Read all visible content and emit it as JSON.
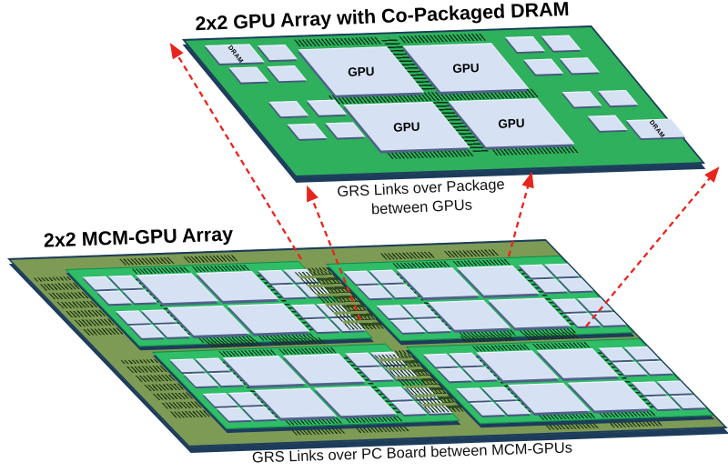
{
  "top_module": {
    "title": "2x2 GPU Array with Co-Packaged DRAM",
    "gpu_labels": [
      "GPU",
      "GPU",
      "GPU",
      "GPU"
    ],
    "dram_labels": [
      "DRAM",
      "DRAM"
    ],
    "caption_line1": "GRS Links over Package",
    "caption_line2": "between GPUs"
  },
  "mcm_board": {
    "title": "2x2 MCM-GPU Array",
    "caption": "GRS Links over PC Board between MCM-GPUs"
  },
  "callout_arrows": {
    "count": 4,
    "style": "dashed",
    "color": "#e8251c"
  },
  "colors": {
    "package_green": "#2eb05c",
    "mcm_package_green": "#2fbd68",
    "pcb_olive": "#7d9b55",
    "die_blue": "#d6e2f4",
    "slab_edge_navy": "#1d3c5c",
    "arrow_red": "#e8251c"
  }
}
